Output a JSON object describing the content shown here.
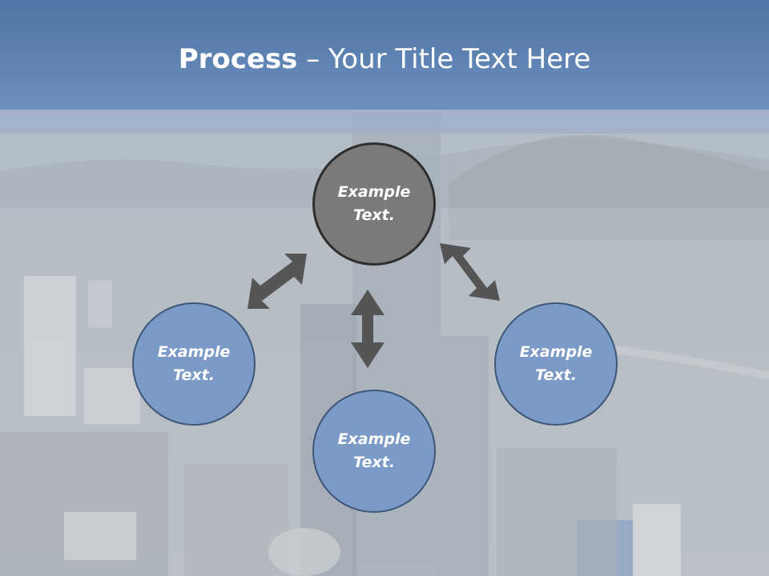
{
  "title": {
    "bold": "Process",
    "rest": " – Your Title Text Here"
  },
  "diagram": {
    "nodes": [
      {
        "line1": "Example",
        "line2": "Text."
      },
      {
        "line1": "Example",
        "line2": "Text."
      },
      {
        "line1": "Example",
        "line2": "Text."
      },
      {
        "line1": "Example",
        "line2": "Text."
      }
    ]
  },
  "colors": {
    "header": "#5a7fb0",
    "node_fill": "#7b9ac6",
    "node_center": "#7a7a7a",
    "arrow": "#555555"
  }
}
